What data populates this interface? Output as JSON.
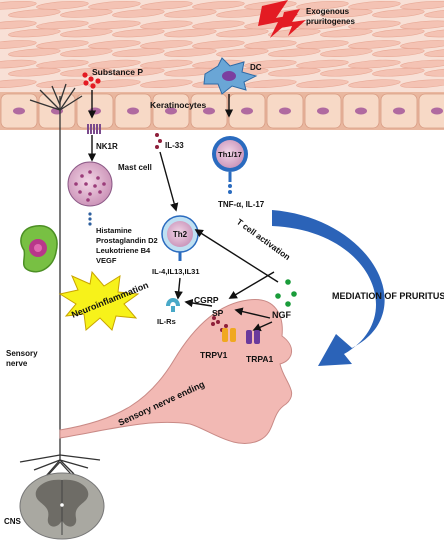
{
  "labels": {
    "exogenous": [
      "Exogenous",
      "pruritogenes"
    ],
    "substance_p": "Substance P",
    "dc": "DC",
    "keratinocytes": "Keratinocytes",
    "nk1r": "NK1R",
    "il33": "IL-33",
    "th117": "Th1/17",
    "mast_cell": "Mast cell",
    "tnf": "TNF-α, IL-17",
    "mediators": [
      "Histamine",
      "Prostaglandin D2",
      "Leukotriene B4",
      "VEGF"
    ],
    "th2": "Th2",
    "tcell_activation": "T cell activation",
    "mediation": "MEDIATION OF PRURITUS",
    "il4": "IL-4,IL13,IL31",
    "neuroinflammation": "Neuroinflammation",
    "cgrp": "CGRP",
    "ngf": "NGF",
    "sp": "SP",
    "ilrs": "IL-Rs",
    "trpv1": "TRPV1",
    "trpa1": "TRPA1",
    "sensory_nerve": [
      "Sensory",
      "nerve"
    ],
    "sensory_ending": "Sensory nerve ending",
    "cns": "CNS"
  },
  "colors": {
    "skin": "#f4c3b4",
    "keratinocyte": "#f7d9c6",
    "nerve_ending": "#f2b9b4",
    "cell": "#d8a5c4",
    "th_blue": "#1f5fae",
    "neuro_star": "#f7f21a",
    "nucleus": "#b8378a",
    "sensory_cell": "#78c043",
    "cns_gray": "#a9a8a1",
    "arrow_blue": "#2b63b8",
    "red": "#e31b23",
    "green": "#1a9c3a"
  }
}
